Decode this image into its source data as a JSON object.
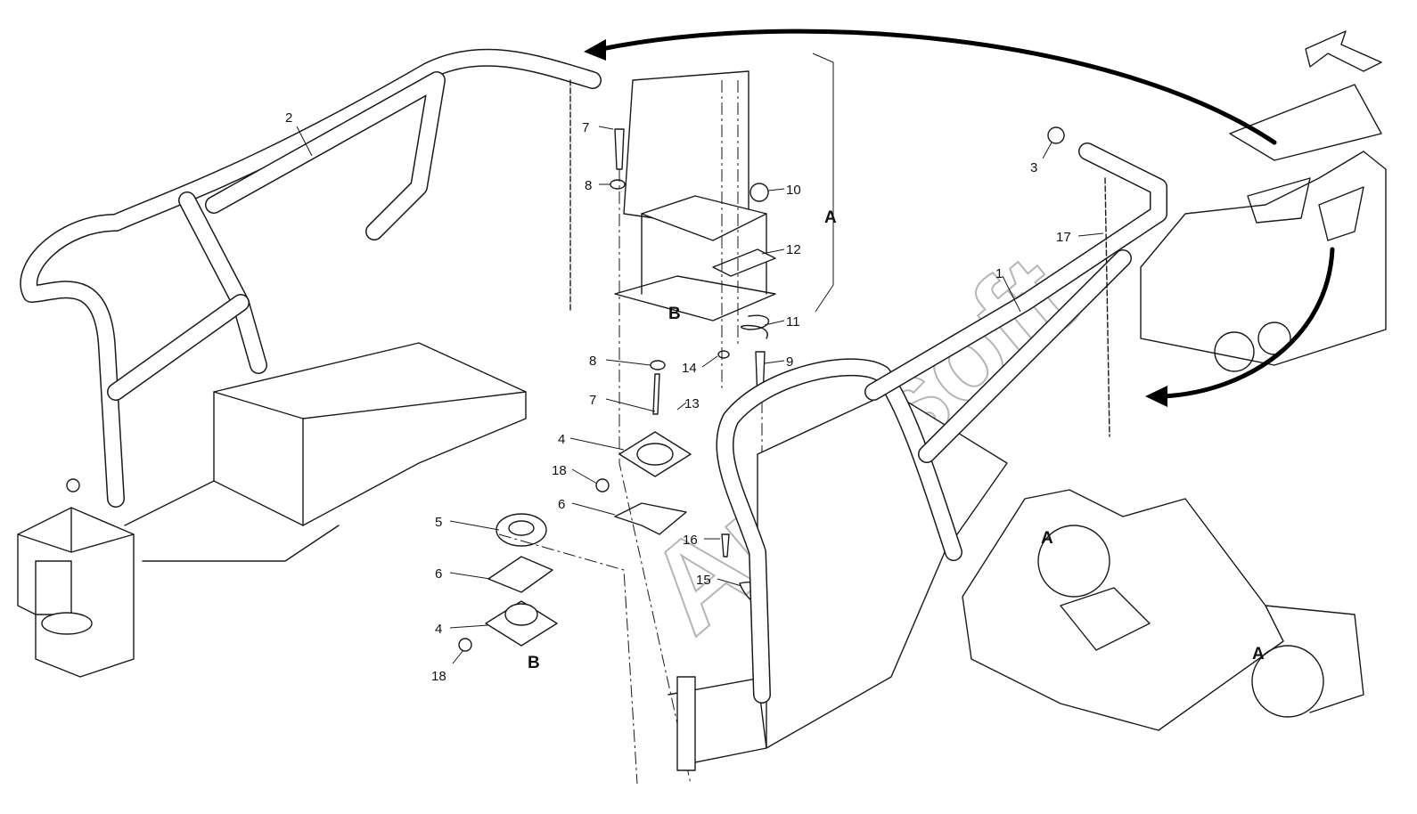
{
  "watermark": "Autosoft",
  "callouts": [
    {
      "id": "c7a",
      "text": "7"
    },
    {
      "id": "c8a",
      "text": "8"
    },
    {
      "id": "c10",
      "text": "10"
    },
    {
      "id": "c12",
      "text": "12"
    },
    {
      "id": "c11",
      "text": "11"
    },
    {
      "id": "c9",
      "text": "9"
    },
    {
      "id": "c14",
      "text": "14"
    },
    {
      "id": "c13",
      "text": "13"
    },
    {
      "id": "c8b",
      "text": "8"
    },
    {
      "id": "c7b",
      "text": "7"
    },
    {
      "id": "c4a",
      "text": "4"
    },
    {
      "id": "c18a",
      "text": "18"
    },
    {
      "id": "c6a",
      "text": "6"
    },
    {
      "id": "c5",
      "text": "5"
    },
    {
      "id": "c6b",
      "text": "6"
    },
    {
      "id": "c4b",
      "text": "4"
    },
    {
      "id": "c18b",
      "text": "18"
    },
    {
      "id": "c16",
      "text": "16"
    },
    {
      "id": "c15",
      "text": "15"
    },
    {
      "id": "c2",
      "text": "2"
    },
    {
      "id": "c1",
      "text": "1"
    },
    {
      "id": "c3",
      "text": "3"
    },
    {
      "id": "c17",
      "text": "17"
    }
  ],
  "detail_marks": {
    "a_main": "A",
    "a_inset1": "A",
    "a_inset2": "A",
    "b_top": "B",
    "b_bottom": "B"
  }
}
